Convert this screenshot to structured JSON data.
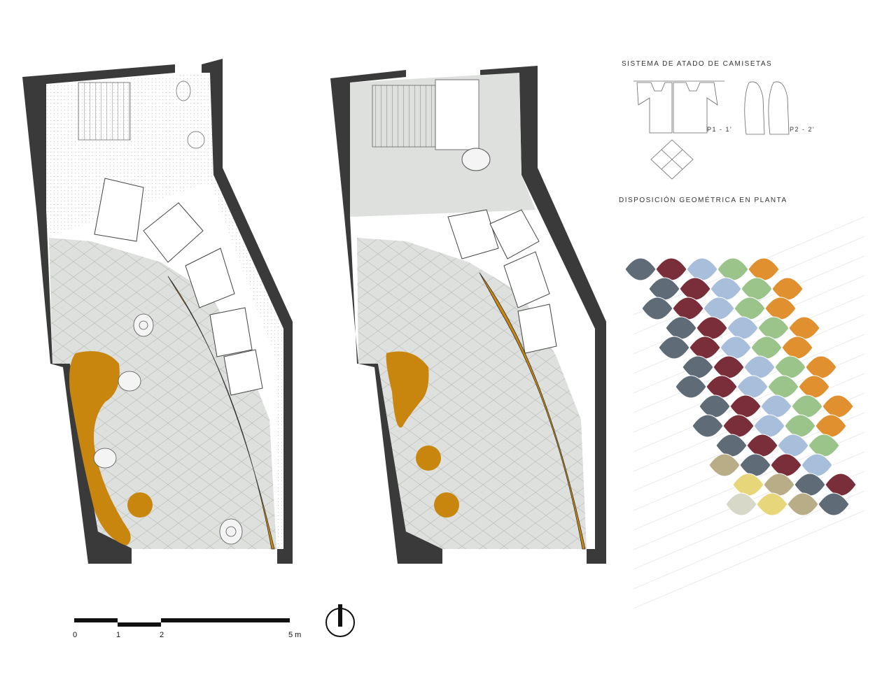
{
  "labels": {
    "system_title": "SISTEMA DE ATADO DE CAMISETAS",
    "p1": "P1 - 1'",
    "p2": "P2 - 2'",
    "geometry_title": "DISPOSICIÓN GEOMÉTRICA EN PLANTA"
  },
  "scale": {
    "ticks": [
      "0",
      "1",
      "2",
      "5 m"
    ]
  },
  "colors": {
    "wall": "#3a3a3a",
    "floor": "#dde0dc",
    "accent": "#c8860f",
    "tiles": [
      "#5f6b77",
      "#9ac48a",
      "#e8d77a",
      "#7a2e3a",
      "#e0902e",
      "#b8ad86",
      "#a8bfdc",
      "#d8d8c8"
    ]
  }
}
